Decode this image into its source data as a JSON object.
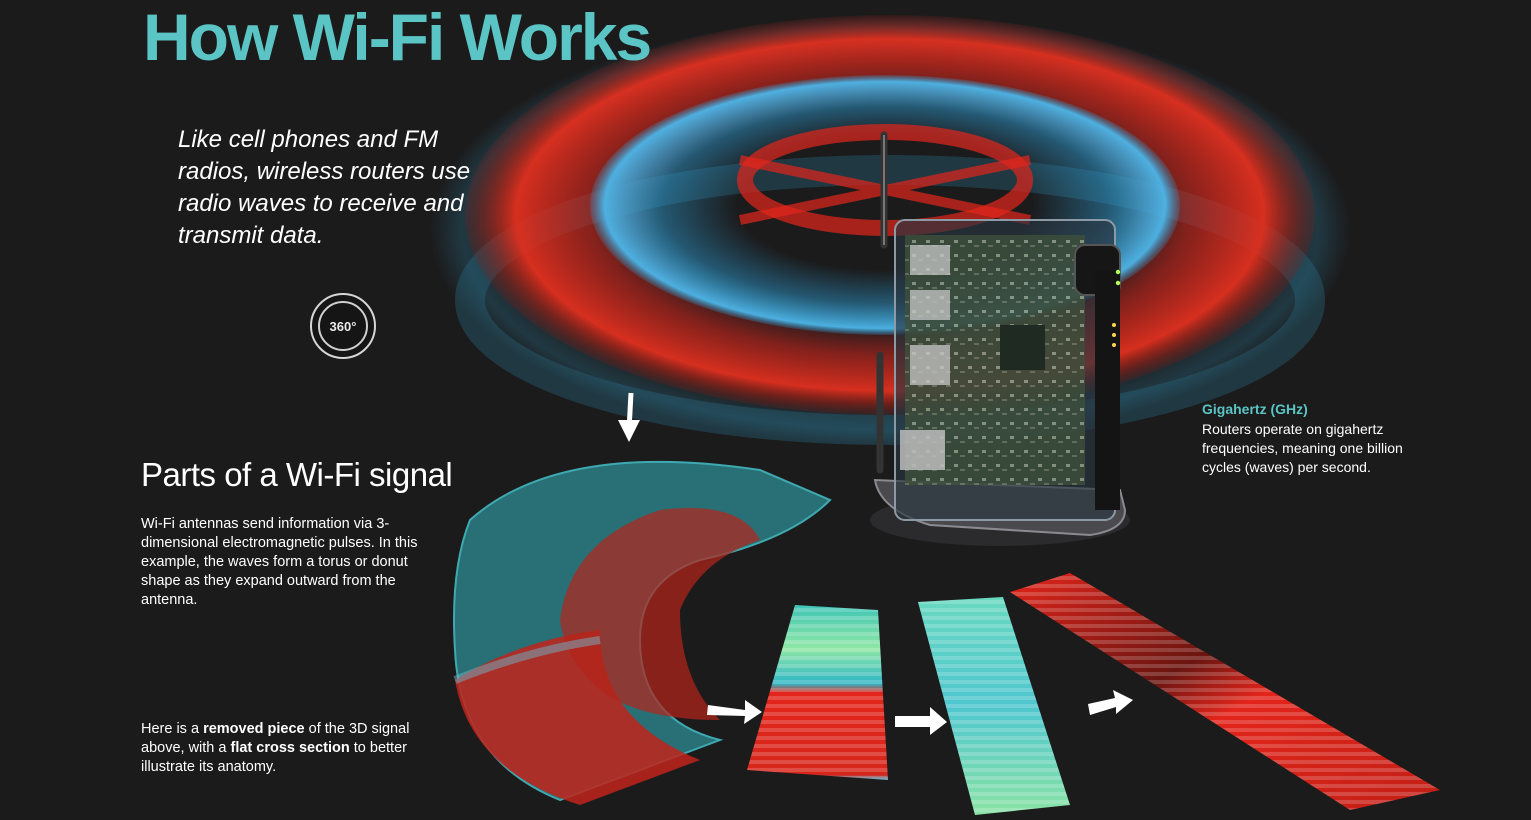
{
  "title": "How Wi-Fi Works",
  "intro": "Like cell phones and FM radios, wireless routers use radio waves to receive and transmit data.",
  "rotate_badge": {
    "label": "360°",
    "icon": "rotate-360-icon"
  },
  "parts": {
    "heading": "Parts of a Wi-Fi signal",
    "body": "Wi-Fi antennas send information via 3-dimensional electromagnetic pulses. In this example, the waves form a torus or donut shape as they expand outward from the antenna."
  },
  "removed_piece": {
    "text_1": "Here is a ",
    "bold_1": "removed piece",
    "text_2": " of the 3D signal above, with a ",
    "bold_2": "flat cross section",
    "text_3": " to better illustrate its anatomy."
  },
  "gigahertz": {
    "title": "Gigahertz (GHz)",
    "body": "Routers operate on gigahertz frequencies, meaning one billion cycles (waves) per second."
  },
  "colors": {
    "title_teal": "#5bc4c4",
    "wave_red": "#d7261b",
    "wave_blue": "#2f9fd6",
    "background": "#1b1b1c"
  }
}
